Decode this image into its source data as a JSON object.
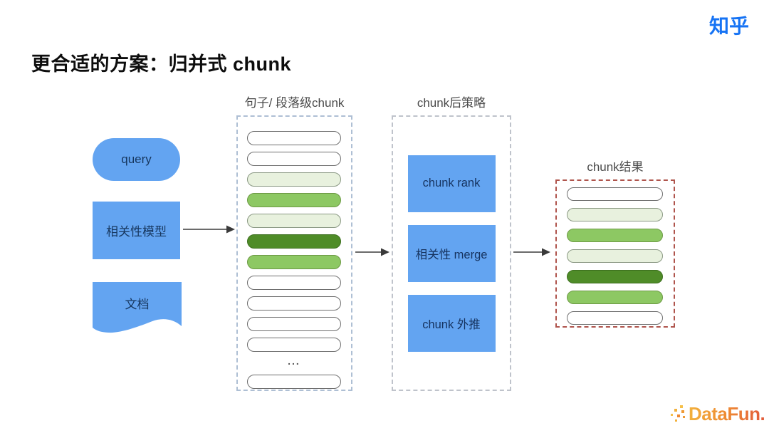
{
  "title": "更合适的方案：归并式 chunk",
  "brand": {
    "zhihu_logo_text": "知乎",
    "datafun_logo_text": "DataFun."
  },
  "left_column": {
    "query_label": "query",
    "model_label": "相关性模型",
    "doc_label": "文档"
  },
  "middle_panel": {
    "label": "句子/ 段落级chunk",
    "bars": [
      "white",
      "white",
      "light",
      "medium",
      "light",
      "dark",
      "medium",
      "white",
      "white",
      "white",
      "white",
      "ellipsis",
      "white"
    ]
  },
  "strategy_panel": {
    "label": "chunk后策略",
    "items": [
      {
        "label": "chunk rank"
      },
      {
        "label": "相关性 merge"
      },
      {
        "label": "chunk 外推"
      }
    ]
  },
  "result_panel": {
    "label": "chunk结果",
    "bars": [
      "white",
      "light",
      "medium",
      "light",
      "dark",
      "medium",
      "white"
    ]
  },
  "ellipsis_label": "...",
  "colors": {
    "node_blue": "#63a4f1",
    "node_text": "#17375f",
    "zhihu_blue": "#1673f4",
    "datafun_orange": "#ed7d31",
    "middle_dash_border": "#aebfd4",
    "strategy_dash_border": "#bfc3cb",
    "result_dash_border": "#af544c",
    "bar_fills": {
      "white": "#ffffff",
      "light": "#e8f1de",
      "medium": "#8dc863",
      "dark": "#4f8c28"
    },
    "bar_borders": {
      "white": "#6e6e6e",
      "light": "#8a9883",
      "medium": "#6d9a45",
      "dark": "#3c6f1e"
    }
  }
}
